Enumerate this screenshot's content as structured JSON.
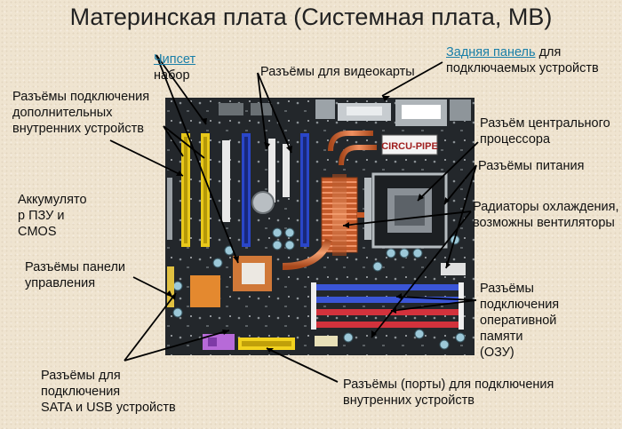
{
  "title": "Материнская плата (Системная плата, MB)",
  "labels": {
    "chipset_link": "Чипсет",
    "chipset_rest": "набор",
    "video_slots": "Разъёмы для видеокарты",
    "rear_link": "Задняя панель",
    "rear_rest_1": " для",
    "rear_rest_2": "подключаемых устройств",
    "internal_expansion_1": "Разъёмы подключения",
    "internal_expansion_2": "дополнительных",
    "internal_expansion_3": "внутренних устройств",
    "cpu_socket_1": "Разъём центрального",
    "cpu_socket_2": "процессора",
    "power_connectors": "Разъёмы питания",
    "battery_1": "Аккумулято",
    "battery_2": "р ПЗУ и",
    "battery_3": "CMOS",
    "heatsinks_1": "Радиаторы охлаждения,",
    "heatsinks_2": "возможны вентиляторы",
    "front_panel_1": "Разъёмы панели",
    "front_panel_2": "управления",
    "ram_1": "Разъёмы",
    "ram_2": "подключения",
    "ram_3": "оперативной",
    "ram_4": "памяти",
    "ram_5": "(ОЗУ)",
    "sata_usb_1": "Разъёмы для",
    "sata_usb_2": "подключения",
    "sata_usb_3": "SATA  и USB устройств",
    "internal_ports_1": "Разъёмы  (порты) для подключения",
    "internal_ports_2": "внутренних устройств"
  },
  "board_marks": {
    "heatpipe_brand": "CIRCU-PIPE"
  },
  "colors": {
    "pcb": "#23272b",
    "pci_yellow": "#e8c81a",
    "pcie_blue": "#2a46c8",
    "ram_blue": "#3a55d6",
    "ram_red": "#d2323c",
    "copper": "#d0703a",
    "link": "#1a7fa8"
  }
}
